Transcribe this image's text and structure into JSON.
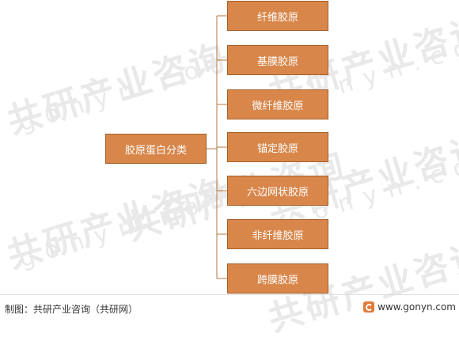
{
  "diagram": {
    "root": {
      "label": "胶原蛋白分类"
    },
    "children": [
      {
        "label": "纤维胶原"
      },
      {
        "label": "基膜胶原"
      },
      {
        "label": "微纤维胶原"
      },
      {
        "label": "锚定胶原"
      },
      {
        "label": "六边网状胶原"
      },
      {
        "label": "非纤维胶原"
      },
      {
        "label": "跨膜胶原"
      }
    ],
    "colors": {
      "box_fill": "#d8864a",
      "box_border": "#a55f28",
      "connector": "#b0793f",
      "text": "#ffffff"
    }
  },
  "footer": {
    "caption": "制图：共研产业咨询（共研网）",
    "brand_url": "www.gonyn.com",
    "brand_logo": "gonyn-logo-icon"
  },
  "watermark": {
    "text_cn": "共研产业咨询",
    "text_en": "gonyn.com"
  }
}
